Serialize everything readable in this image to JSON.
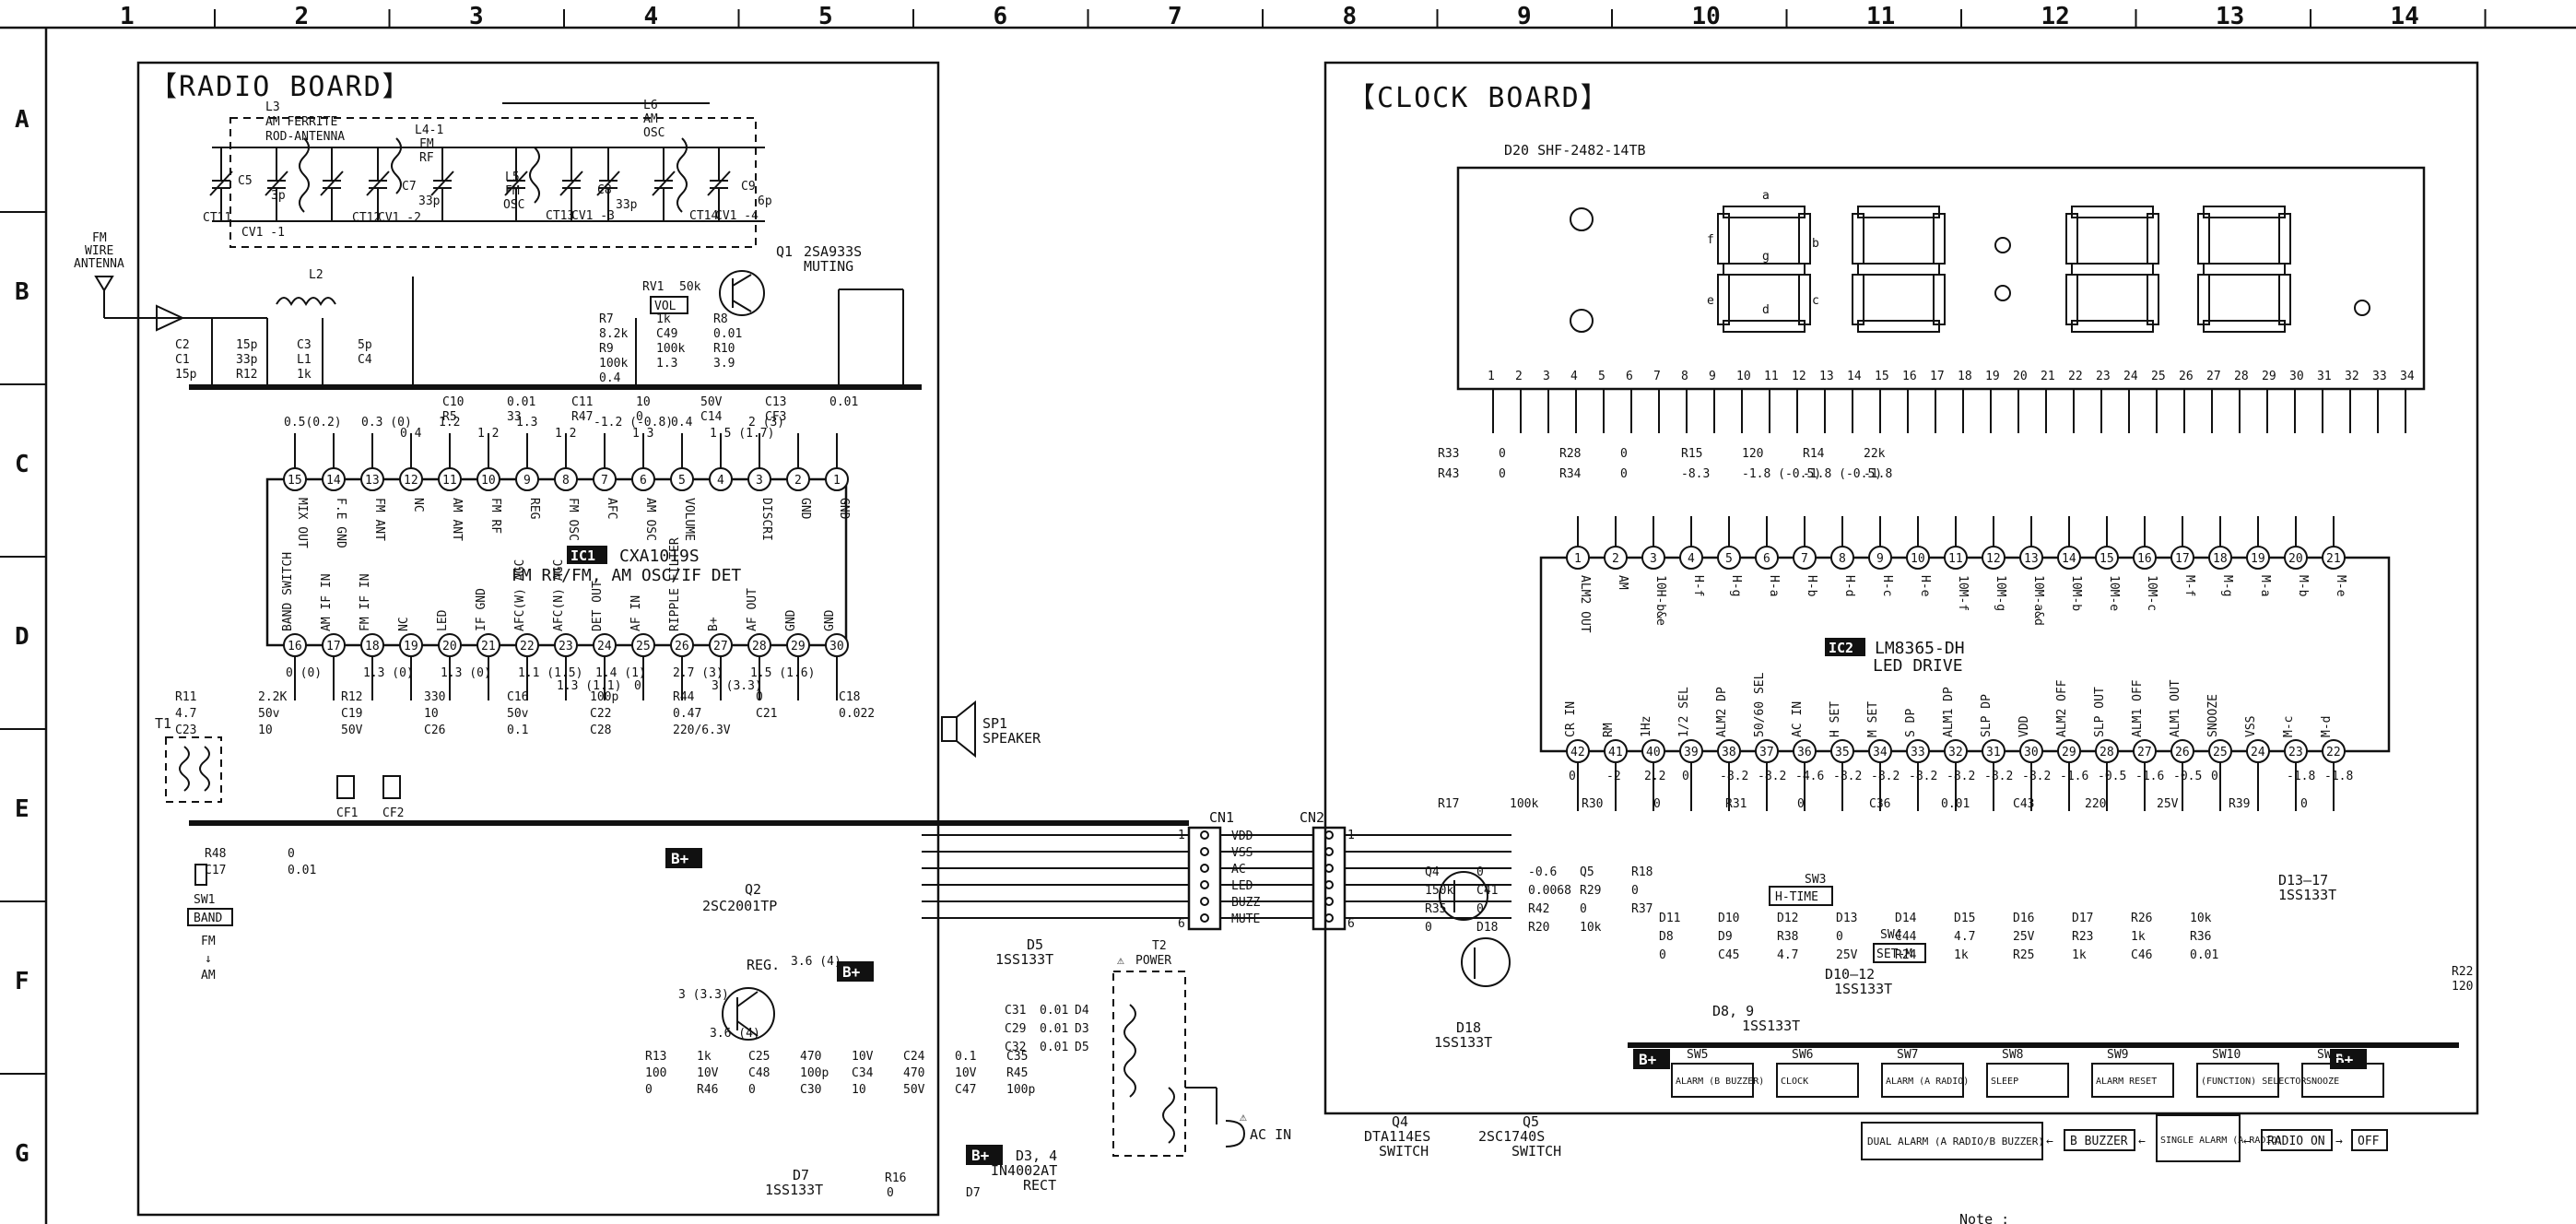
{
  "grid": {
    "columns": [
      "1",
      "2",
      "3",
      "4",
      "5",
      "6",
      "7",
      "8",
      "9",
      "10",
      "11",
      "12",
      "13",
      "14"
    ],
    "rows": [
      "A",
      "B",
      "C",
      "D",
      "E",
      "F",
      "G"
    ]
  },
  "radio_board": {
    "title": "【RADIO BOARD】",
    "antenna_fm": [
      "FM",
      "WIRE",
      "ANTENNA"
    ],
    "ferrite": [
      "L3",
      "AM FERRITE",
      "ROD-ANTENNA"
    ],
    "l4": [
      "L4-1",
      "FM",
      "RF"
    ],
    "l5": [
      "L5",
      "FM",
      "OSC"
    ],
    "l6": [
      "L6",
      "AM",
      "OSC"
    ],
    "trimmers": [
      "CT11",
      "C5",
      "3p",
      "CT12",
      "CV1 -2",
      "C7",
      "33p",
      "CT13",
      "CV1 -3",
      "C8",
      "33p",
      "CT14",
      "CV1 -4",
      "C9",
      "6p",
      "CV1 -1"
    ],
    "l2": "L2",
    "parts_b": [
      "C2",
      "15p",
      "C3",
      "5p",
      "C1",
      "33p",
      "L1",
      "C4",
      "15p",
      "R12",
      "1k"
    ],
    "q1": [
      "Q1",
      "2SA933S",
      "MUTING"
    ],
    "rv1": [
      "RV1",
      "50k",
      "VOL"
    ],
    "parts_b2": [
      "R7",
      "1k",
      "R8",
      "8.2k",
      "C49",
      "0.01",
      "R9",
      "100k",
      "R10",
      "100k",
      "1.3",
      "3.9",
      "0.4"
    ],
    "parts_c": [
      "C10",
      "0.01",
      "C11",
      "10",
      "50V",
      "C13",
      "0.01",
      "R5",
      "33",
      "R47",
      "0",
      "C14",
      "CF3"
    ],
    "ic1_pins_top": [
      {
        "num": "15",
        "name": "MIX OUT",
        "v": "0.5(0.2)"
      },
      {
        "num": "14",
        "name": "F.E GND",
        "v": ""
      },
      {
        "num": "13",
        "name": "FM ANT",
        "v": "0.3 (0)"
      },
      {
        "num": "12",
        "name": "NC",
        "v": "0.4"
      },
      {
        "num": "11",
        "name": "AM ANT",
        "v": "1.2"
      },
      {
        "num": "10",
        "name": "FM RF",
        "v": "1.2"
      },
      {
        "num": "9",
        "name": "REG",
        "v": "1.3"
      },
      {
        "num": "8",
        "name": "FM OSC",
        "v": "1.2"
      },
      {
        "num": "7",
        "name": "AFC",
        "v": "-1.2 (-0.8)"
      },
      {
        "num": "6",
        "name": "AM OSC",
        "v": "1.3"
      },
      {
        "num": "5",
        "name": "VOLUME",
        "v": "0.4"
      },
      {
        "num": "4",
        "name": "",
        "v": "1.5 (1.7)"
      },
      {
        "num": "3",
        "name": "DISCRI",
        "v": "2 (3)"
      },
      {
        "num": "2",
        "name": "GND",
        "v": ""
      },
      {
        "num": "1",
        "name": "GND",
        "v": ""
      }
    ],
    "ic1_label": "IC1",
    "ic1_part": "CXA1019S",
    "ic1_desc": "FM RF/FM, AM OSC/IF DET",
    "ic1_pins_bottom": [
      {
        "num": "16",
        "name": "BAND SWITCH",
        "v": "0 (0)"
      },
      {
        "num": "17",
        "name": "AM IF IN",
        "v": ""
      },
      {
        "num": "18",
        "name": "FM IF IN",
        "v": "1.3 (0)"
      },
      {
        "num": "19",
        "name": "NC",
        "v": ""
      },
      {
        "num": "20",
        "name": "LED",
        "v": "1.3 (0)"
      },
      {
        "num": "21",
        "name": "IF GND",
        "v": ""
      },
      {
        "num": "22",
        "name": "AFC(W) AGC",
        "v": "1.1 (1.5)"
      },
      {
        "num": "23",
        "name": "AFC(N) AGC",
        "v": "1.3 (1.1)"
      },
      {
        "num": "24",
        "name": "DET OUT",
        "v": "1.4 (1)"
      },
      {
        "num": "25",
        "name": "AF IN",
        "v": "0"
      },
      {
        "num": "26",
        "name": "RIPPLE FILTER",
        "v": "2.7 (3)"
      },
      {
        "num": "27",
        "name": "B+",
        "v": "3 (3.3)"
      },
      {
        "num": "28",
        "name": "AF OUT",
        "v": "1.5 (1.6)"
      },
      {
        "num": "29",
        "name": "GND",
        "v": ""
      },
      {
        "num": "30",
        "name": "GND",
        "v": ""
      }
    ],
    "parts_d": [
      "R11",
      "2.2K",
      "R12",
      "330",
      "C16",
      "100p",
      "R44",
      "0",
      "C18",
      "4.7",
      "50v",
      "C19",
      "10",
      "50v",
      "C22",
      "0.47",
      "C21",
      "0.022",
      "C23",
      "10",
      "50V",
      "C26",
      "0.1",
      "C28",
      "220/6.3V"
    ],
    "speaker": [
      "SP1",
      "SPEAKER"
    ],
    "t1": "T1",
    "cf": [
      "CF1",
      "CF2"
    ],
    "parts_e": [
      "R48",
      "0",
      "C17",
      "0.01"
    ],
    "sw1": [
      "SW1",
      "BAND",
      "FM",
      "AM"
    ],
    "bplus": "B+",
    "q2": [
      "Q2",
      "2SC2001TP",
      "REG."
    ],
    "q2_v": [
      "3 (3.3)",
      "3.6 (4)",
      "3.6 (4)"
    ],
    "parts_f": [
      "R13",
      "1k",
      "C25",
      "470",
      "10V",
      "C24",
      "0.1",
      "C35",
      "100",
      "10V",
      "C48",
      "100p",
      "C34",
      "470",
      "10V",
      "R45",
      "0",
      "R46",
      "0",
      "C30",
      "10",
      "50V",
      "C47",
      "100p"
    ],
    "d5": [
      "D5",
      "1SS133T"
    ],
    "d_power": [
      "C31",
      "0.01",
      "D4",
      "C29",
      "0.01",
      "D3",
      "C32",
      "0.01",
      "D5"
    ],
    "t2": [
      "T2",
      "POWER"
    ],
    "ac_in": "AC IN",
    "d3_4": [
      "D3, 4",
      "IN4002AT",
      "RECT"
    ],
    "d7": [
      "D7",
      "1SS133T",
      "R16",
      "0",
      "D7"
    ]
  },
  "connectors": {
    "cn1": "CN1",
    "cn2": "CN2",
    "lines": [
      "VDD",
      "VSS",
      "AC",
      "LED",
      "BUZZ",
      "MUTE"
    ],
    "pin_first": "1",
    "pin_last": "6"
  },
  "clock_board": {
    "title": "【CLOCK BOARD】",
    "display": "D20  SHF-2482-14TB",
    "seg_letters": [
      "a",
      "b",
      "c",
      "d",
      "e",
      "f",
      "g"
    ],
    "display_pins": [
      "1",
      "2",
      "3",
      "4",
      "5",
      "6",
      "7",
      "8",
      "9",
      "10",
      "11",
      "12",
      "13",
      "14",
      "15",
      "16",
      "17",
      "18",
      "19",
      "20",
      "21",
      "22",
      "23",
      "24",
      "25",
      "26",
      "27",
      "28",
      "29",
      "30",
      "31",
      "32",
      "33",
      "34"
    ],
    "parts_top": [
      "R33",
      "0",
      "R28",
      "0",
      "R15",
      "120",
      "R14",
      "22k",
      "R43",
      "0",
      "R34",
      "0",
      "-8.3",
      "-1.8 (-0.5)",
      "-1.8 (-0.5)",
      "-1.8"
    ],
    "ic2_pins_top": [
      {
        "num": "1",
        "name": "ALM2 OUT"
      },
      {
        "num": "2",
        "name": "AM"
      },
      {
        "num": "3",
        "name": "10H-b&e"
      },
      {
        "num": "4",
        "name": "H-f"
      },
      {
        "num": "5",
        "name": "H-g"
      },
      {
        "num": "6",
        "name": "H-a"
      },
      {
        "num": "7",
        "name": "H-b"
      },
      {
        "num": "8",
        "name": "H-d"
      },
      {
        "num": "9",
        "name": "H-c"
      },
      {
        "num": "10",
        "name": "H-e"
      },
      {
        "num": "11",
        "name": "10M-f"
      },
      {
        "num": "12",
        "name": "10M-g"
      },
      {
        "num": "13",
        "name": "10M-a&d"
      },
      {
        "num": "14",
        "name": "10M-b"
      },
      {
        "num": "15",
        "name": "10M-e"
      },
      {
        "num": "16",
        "name": "10M-c"
      },
      {
        "num": "17",
        "name": "M-f"
      },
      {
        "num": "18",
        "name": "M-g"
      },
      {
        "num": "19",
        "name": "M-a"
      },
      {
        "num": "20",
        "name": "M-b"
      },
      {
        "num": "21",
        "name": "M-e"
      }
    ],
    "ic2_label": "IC2",
    "ic2_part": "LM8365-DH",
    "ic2_desc": "LED DRIVE",
    "ic2_pins_bottom": [
      {
        "num": "42",
        "name": "CR IN",
        "v": "0"
      },
      {
        "num": "41",
        "name": "RM",
        "v": "-2"
      },
      {
        "num": "40",
        "name": "1Hz",
        "v": "2.2"
      },
      {
        "num": "39",
        "name": "1/2 SEL",
        "v": "0"
      },
      {
        "num": "38",
        "name": "ALM2 DP",
        "v": "-8.2"
      },
      {
        "num": "37",
        "name": "50/60 SEL",
        "v": "-8.2"
      },
      {
        "num": "36",
        "name": "AC IN",
        "v": "-4.6"
      },
      {
        "num": "35",
        "name": "H SET",
        "v": "-8.2"
      },
      {
        "num": "34",
        "name": "M SET",
        "v": "-8.2"
      },
      {
        "num": "33",
        "name": "S DP",
        "v": "-8.2"
      },
      {
        "num": "32",
        "name": "ALM1 DP",
        "v": "-8.2"
      },
      {
        "num": "31",
        "name": "SLP DP",
        "v": "-8.2"
      },
      {
        "num": "30",
        "name": "VDD",
        "v": "-8.2"
      },
      {
        "num": "29",
        "name": "ALM2 OFF",
        "v": "-1.6"
      },
      {
        "num": "28",
        "name": "SLP OUT",
        "v": "-0.5"
      },
      {
        "num": "27",
        "name": "ALM1 OFF",
        "v": "-1.6"
      },
      {
        "num": "26",
        "name": "ALM1 OUT",
        "v": "-0.5"
      },
      {
        "num": "25",
        "name": "SNOOZE",
        "v": "0"
      },
      {
        "num": "24",
        "name": "VSS",
        "v": ""
      },
      {
        "num": "23",
        "name": "M-c",
        "v": "-1.8"
      },
      {
        "num": "22",
        "name": "M-d",
        "v": "-1.8"
      }
    ],
    "parts_e": [
      "R17",
      "100k",
      "R30",
      "0",
      "R31",
      "0",
      "C36",
      "0.01",
      "C43",
      "220",
      "25V",
      "R39",
      "0"
    ],
    "q4_group": [
      "Q4",
      "0",
      "-0.6",
      "Q5",
      "R18",
      "150k",
      "C41",
      "0.0068",
      "R29",
      "0",
      "R35",
      "0",
      "R42",
      "0",
      "R37",
      "0",
      "D18",
      "R20",
      "10k"
    ],
    "d18": [
      "D18",
      "1SS133T"
    ],
    "sw3": [
      "SW3",
      "H-TIME"
    ],
    "sw4": [
      "SW4",
      "SET-M"
    ],
    "diodes": [
      "D11",
      "D10",
      "D12",
      "D13",
      "D14",
      "D15",
      "D16",
      "D17",
      "R26",
      "10k",
      "D8",
      "D9",
      "R38",
      "0",
      "C44",
      "4.7",
      "25V",
      "R23",
      "1k",
      "R36",
      "0",
      "C45",
      "4.7",
      "25V",
      "R24",
      "1k",
      "R25",
      "1k",
      "C46",
      "0.01"
    ],
    "d8_9": [
      "D8, 9",
      "1SS133T"
    ],
    "d10_12": [
      "D10—12",
      "1SS133T"
    ],
    "d13_17": [
      "D13—17",
      "1SS133T"
    ],
    "r22": [
      "R22",
      "120"
    ],
    "switches": [
      {
        "id": "SW5",
        "label": "ALARM (B BUZZER)"
      },
      {
        "id": "SW6",
        "label": "CLOCK"
      },
      {
        "id": "SW7",
        "label": "ALARM (A RADIO)"
      },
      {
        "id": "SW8",
        "label": "SLEEP"
      },
      {
        "id": "SW9",
        "label": "ALARM RESET"
      },
      {
        "id": "SW10",
        "label": "(FUNCTION) SELECTOR"
      },
      {
        "id": "SW11",
        "label": "SNOOZE"
      }
    ],
    "q4": [
      "Q4",
      "DTA114ES",
      "SWITCH"
    ],
    "q5": [
      "Q5",
      "2SC1740S",
      "SWITCH"
    ],
    "function_flow": [
      "DUAL ALARM (A RADIO/B BUZZER)",
      "B BUZZER",
      "SINGLE ALARM (A RADIO)",
      "RADIO ON",
      "OFF"
    ],
    "note": "Note :"
  }
}
